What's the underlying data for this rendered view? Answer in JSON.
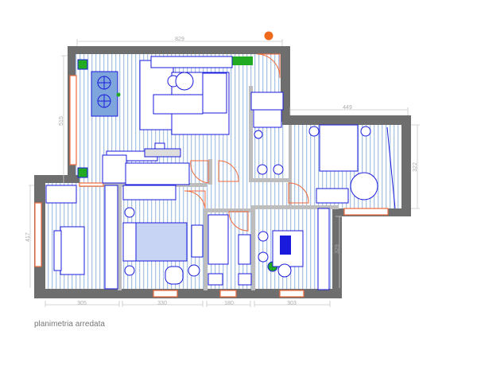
{
  "caption": "planimetria arredata",
  "dimensions": {
    "top_width": "829",
    "left_height": "515",
    "bedroom_width": "449",
    "bedroom_height": "322",
    "lower_left_height": "417",
    "study_height": "329",
    "bottom_1": "305",
    "bottom_2": "330",
    "bottom_3": "180",
    "bottom_4": "303"
  },
  "colors": {
    "wall": "#6e6e6e",
    "furniture": "#1a1adc",
    "door": "#f06a3a",
    "floor_stripe": "#a9c4e6",
    "plant": "#22aa22",
    "entrance_marker": "#f06a1e"
  }
}
